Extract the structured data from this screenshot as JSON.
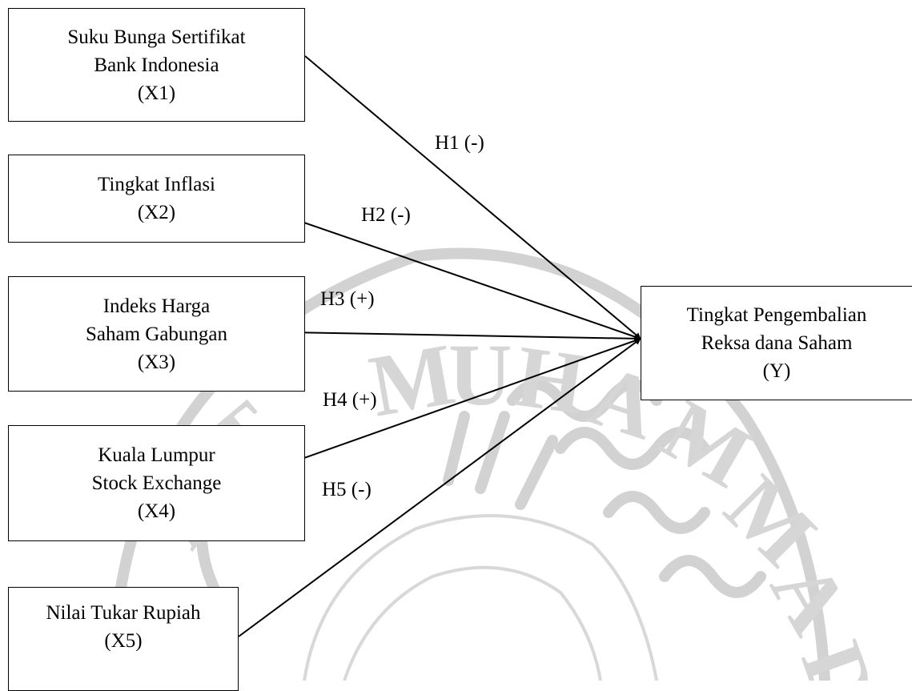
{
  "boxes": {
    "x1": {
      "lines": [
        "Suku Bunga Sertifikat",
        "Bank Indonesia",
        "(X1)"
      ]
    },
    "x2": {
      "lines": [
        "Tingkat Inflasi",
        "(X2)"
      ]
    },
    "x3": {
      "lines": [
        "Indeks Harga",
        "Saham Gabungan",
        "(X3)"
      ]
    },
    "x4": {
      "lines": [
        "Kuala Lumpur",
        "Stock Exchange",
        "(X4)"
      ]
    },
    "x5": {
      "lines": [
        "Nilai Tukar Rupiah",
        "(X5)"
      ]
    },
    "y": {
      "lines": [
        "Tingkat Pengembalian",
        "Reksa dana Saham",
        "(Y)"
      ]
    }
  },
  "hypotheses": {
    "h1": "H1 (-)",
    "h2": "H2 (-)",
    "h3": "H3 (+)",
    "h4": "H4 (+)",
    "h5": "H5 (-)"
  },
  "edges": [
    {
      "from": "x1",
      "to": "y",
      "label": "h1"
    },
    {
      "from": "x2",
      "to": "y",
      "label": "h2"
    },
    {
      "from": "x3",
      "to": "y",
      "label": "h3"
    },
    {
      "from": "x4",
      "to": "y",
      "label": "h4"
    },
    {
      "from": "x5",
      "to": "y",
      "label": "h5"
    }
  ],
  "colors": {
    "line": "#000000",
    "watermark": "#cfcfcf"
  }
}
